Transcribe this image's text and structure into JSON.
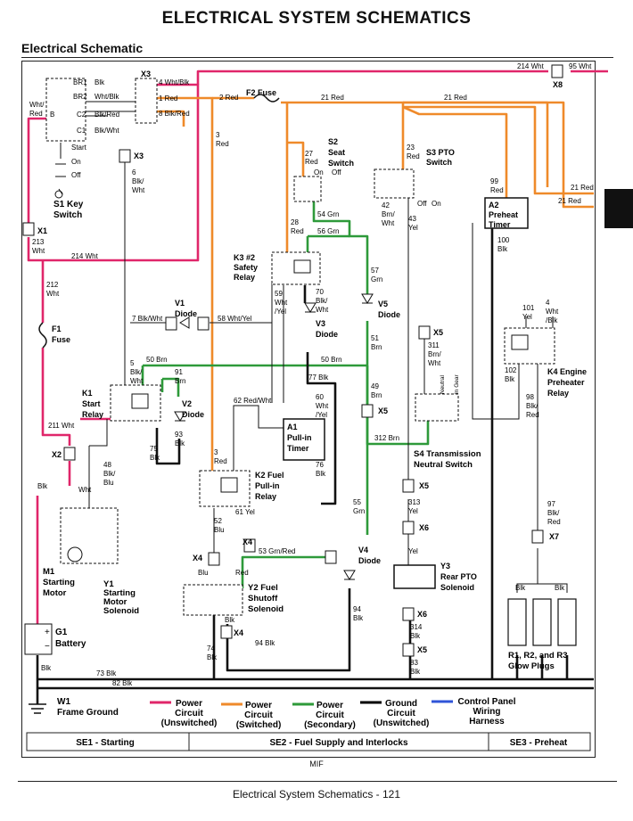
{
  "header": {
    "title": "ELECTRICAL   SYSTEM SCHEMATICS",
    "subtitle": "Electrical Schematic"
  },
  "colors": {
    "power_unswitched": "#e0266a",
    "power_switched": "#ef8a2a",
    "power_secondary": "#2e9a3a",
    "ground": "#000000",
    "control_panel": "#2f54d8"
  },
  "components": {
    "s1": [
      "S1 Key",
      "Switch"
    ],
    "s1_terms": [
      "BR1",
      "BR2",
      "B",
      "C2",
      "C1"
    ],
    "s1_wires": [
      "Blk",
      "Wht/Blk",
      "Blk/Red",
      "Blk/Wht"
    ],
    "s1_pos": [
      "Start",
      "On",
      "Off"
    ],
    "s1_left": [
      "Wht/",
      "Red"
    ],
    "x3_top": "X3",
    "x3_wires": [
      "4 Wht/Blk",
      "1 Red",
      "8 Blk/Red"
    ],
    "x3_mid": "X3",
    "w6": [
      "6",
      "Blk/",
      "Wht"
    ],
    "f2": "F2 Fuse",
    "w2": "2 Red",
    "w21a": "21 Red",
    "w21b": "21 Red",
    "w3a": [
      "3",
      "Red"
    ],
    "s2": [
      "S2",
      "Seat",
      "Switch"
    ],
    "s2_wire": [
      "27",
      "Red"
    ],
    "s2_states": [
      "On",
      "Off"
    ],
    "w54": "54 Grn",
    "s3": [
      "S3 PTO",
      "Switch"
    ],
    "s3_wire": [
      "23",
      "Red"
    ],
    "s3_states": [
      "Off",
      "On"
    ],
    "w42": [
      "42",
      "Brn/",
      "Wht"
    ],
    "w43": [
      "43",
      "Yel"
    ],
    "x8": "X8",
    "w214a": "214 Wht",
    "w95": "95 Wht",
    "a2": [
      "A2",
      "Preheat",
      "Timer"
    ],
    "w99": [
      "99",
      "Red"
    ],
    "w100": [
      "100",
      "Blk"
    ],
    "w21c": "21 Red",
    "w21d": "21 Red",
    "x1": "X1",
    "w213": [
      "213",
      "Wht"
    ],
    "w214b": "214 Wht",
    "w212": [
      "212",
      "Wht"
    ],
    "f1": [
      "F1",
      "Fuse"
    ],
    "k3": [
      "K3 #2",
      "Safety",
      "Relay"
    ],
    "w28": [
      "28",
      "Red"
    ],
    "w56": "56 Grn",
    "w59": [
      "59",
      "Wht",
      "/Yel"
    ],
    "w70": [
      "70",
      "Blk/",
      "Wht"
    ],
    "v1": [
      "V1",
      "Diode"
    ],
    "w7": "7 Blk/Wht",
    "w58": "58 Wht/Yel",
    "v3": [
      "V3",
      "Diode"
    ],
    "v5": [
      "V5",
      "Diode"
    ],
    "w57": [
      "57",
      "Grn"
    ],
    "w51": [
      "51",
      "Brn"
    ],
    "w49": [
      "49",
      "Brn"
    ],
    "x5a": "X5",
    "x5b": "X5",
    "w311": [
      "311",
      "Brn/",
      "Wht"
    ],
    "w101": [
      "101",
      "Yel"
    ],
    "w4": [
      "4",
      "Wht",
      "/Blk"
    ],
    "k4": [
      "K4 Engine",
      "Preheater",
      "Relay"
    ],
    "w102": [
      "102",
      "Blk"
    ],
    "w98": [
      "98",
      "Blk/",
      "Red"
    ],
    "w50a": "50 Brn",
    "w50b": "50 Brn",
    "w5": [
      "5",
      "Blk/",
      "Wht"
    ],
    "w91": [
      "91",
      "Brn"
    ],
    "k1": [
      "K1",
      "Start",
      "Relay"
    ],
    "v2": [
      "V2",
      "Diode"
    ],
    "w93": [
      "93",
      "Blk"
    ],
    "w75": [
      "75",
      "Blk"
    ],
    "w77": "77 Blk",
    "w62": "62 Red/Wht",
    "w60": [
      "60",
      "Wht",
      "/Yel"
    ],
    "a1": [
      "A1",
      "Pull-in",
      "Timer"
    ],
    "w76": [
      "76",
      "Blk"
    ],
    "s4_nsw": [
      "Neutral",
      "In Gear"
    ],
    "w312": "312 Brn",
    "s4": [
      "S4 Transmission",
      "Neutral Switch"
    ],
    "x5c": "X5",
    "w313": [
      "313",
      "Yel"
    ],
    "x6a": "X6",
    "wyel": "Yel",
    "w211": "211 Wht",
    "x2": "X2",
    "w48": [
      "48",
      "Blk/",
      "Blu"
    ],
    "w3b": [
      "3",
      "Red"
    ],
    "k2": [
      "K2 Fuel",
      "Pull-in",
      "Relay"
    ],
    "w61": "61 Yel",
    "w52": [
      "52",
      "Blu"
    ],
    "blk1": "Blk",
    "wht1": "Wht",
    "m1": [
      "M1",
      "Starting",
      "Motor"
    ],
    "y1": [
      "Y1",
      "Starting",
      "Motor",
      "Solenoid"
    ],
    "x4a": "X4",
    "x4b": "X4",
    "w53": "53 Grn/Red",
    "wblu": "Blu",
    "wred": "Red",
    "w55": [
      "55",
      "Grn"
    ],
    "v4": [
      "V4",
      "Diode"
    ],
    "y3": [
      "Y3",
      "Rear PTO",
      "Solenoid"
    ],
    "y2": [
      "Y2 Fuel",
      "Shutoff",
      "Solenoid"
    ],
    "wblk2": "Blk",
    "x4c": "X4",
    "w74": [
      "74",
      "Blk"
    ],
    "w94a": "94 Blk",
    "w94b": [
      "94",
      "Blk"
    ],
    "x6b": "X6",
    "w314": [
      "314",
      "Blk"
    ],
    "x5d": "X5",
    "w83": [
      "83",
      "Blk"
    ],
    "w97": [
      "97",
      "Blk/",
      "Red"
    ],
    "x7": "X7",
    "r_blk": [
      "Blk",
      "Blk"
    ],
    "r": [
      "R1, R2, and R3",
      "Glow Plugs"
    ],
    "g1": [
      "G1",
      "Battery"
    ],
    "wblk3": "Blk",
    "w73": "73 Blk",
    "w82": "82 Blk",
    "w1": [
      "W1",
      "Frame Ground"
    ]
  },
  "legend": [
    {
      "label": [
        "Power",
        "Circuit",
        "(Unswitched)"
      ]
    },
    {
      "label": [
        "Power",
        "Circuit",
        "(Switched)"
      ]
    },
    {
      "label": [
        "Power",
        "Circuit",
        "(Secondary)"
      ]
    },
    {
      "label": [
        "Ground",
        "Circuit",
        "(Unswitched)"
      ]
    },
    {
      "label": [
        "Control Panel",
        "Wiring",
        "Harness"
      ]
    }
  ],
  "sections": [
    "SE1 - Starting",
    "SE2 - Fuel Supply and Interlocks",
    "SE3 - Preheat"
  ],
  "footer": {
    "mif": "MIF",
    "page": "Electrical   System Schematics  - 121"
  }
}
